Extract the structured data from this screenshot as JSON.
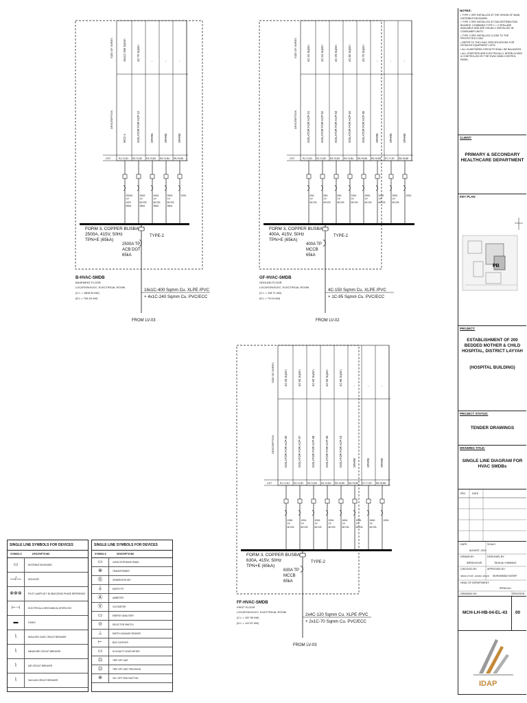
{
  "notes": {
    "heading": "NOTES:",
    "items": [
      "TYPE 1 SPD INSTALLED AT THE ORIGIN OF MAIN DISTRIBUTION BOARD.",
      "TYPE 2 SPD INSTALLED AT SUB DISTRIBUTION BOARDS. COMBINED TYPE 1 + 2 SPDs ARE AVAILABLE AND ARE USUALLY INSTALLED IN CONSUMER UNITS.",
      "TYPE 3 SPD INSTALLED CLOSE TO THE PROTECTED LOAD.",
      "REFER TO THE HVAC SPECIFICATIONS FOR DETAILED EQUIPMENT LISTS.",
      "ALL IN-BETWEEN CIRCUITS SHALL BE BALANCED.",
      "ALL STARTERS ARE ELECTRICALLY INTERLOCKED & CONTROLLED BY THE HVAC MAIN CONTROL PANEL."
    ]
  },
  "client": {
    "heading": "CLIENT:",
    "name": "PRIMARY & SECONDARY HEALTHCARE DEPARTMENT"
  },
  "keyplan": {
    "heading": "KEY PLAN",
    "label": "PB"
  },
  "project": {
    "heading": "PROJECT:",
    "name": "ESTABLISHMENT OF 200 BEDDED MOTHER & CHILD HOSPITAL, DISTRICT LAYYAH",
    "sub": "(HOSPITAL BUILDING)"
  },
  "project_status": {
    "heading": "PROJECT STATUS:",
    "value": "TENDER DRAWINGS"
  },
  "drawing_title": {
    "heading": "DRAWING TITLE:",
    "value": "SINGLE LINE DIAGRAM FOR HVAC SMDBs"
  },
  "revisions": {
    "rev": "REV",
    "date": "DATE"
  },
  "meta": {
    "date_label": "DATE:",
    "date_value": "AUGUST, 2021",
    "scale_label": "SCALE:",
    "drawn_by_label": "DRAWN BY:",
    "drawn_by": "IMRAN AYUB",
    "designed_by_label": "DESIGNED BY:",
    "designed_by": "TAHA ALI HAMMAD",
    "checked_by_label": "CHECKED BY:",
    "checked_by": "IMRAN AYUB / HAMZA JAVAID",
    "approved_by_label": "APPROVED BY:",
    "approved_by": "MUHAMMAD KASHIF",
    "head_label": "HEAD OF DEPARTMENT:",
    "head": "IRFAN ALI",
    "drawing_no_label": "DRAWING NO.",
    "revision_label": "REVISION",
    "drawing_no": "MCH-LH-HB-04-EL-43",
    "revision": "00"
  },
  "logo": {
    "text": "IDAP"
  },
  "panels": [
    {
      "id": "b",
      "panel_name": "B-HVAC-SMDB",
      "floor": "BASEMENT FLOOR",
      "location": "LOCATION:ELEC. ELECTRICAL ROOM",
      "cl": "(C.L = 1808.30 kW)",
      "dl": "(D.L = 764.51 kW)",
      "busbar": [
        "FORM 3, COPPER BUSBARS",
        "2500A, 415V, 50Hz",
        "TPN+E (65kA)"
      ],
      "incomer": [
        "2500A TP",
        "ACB DOT",
        "65kA"
      ],
      "spd": "TYPE-2",
      "cable1": "16x1C-400 Sqmm Cu. XLPE /PVC",
      "cable2": "+ 4x1C-240 Sqmm Cu. PVC/ECC",
      "from": "FROM LV-03",
      "cables": [
        "16x1C 300 Sqmm",
        "4C-70 Sqmm",
        "-",
        "-",
        "-"
      ],
      "descs": [
        "MCC-1",
        "ISOLATOR FOR ACP-12",
        "SPARE",
        "SPARE",
        "SPARE"
      ],
      "ckts": [
        "R1,Y1,B1",
        "R2,Y2,B2",
        "R3,Y3,B3",
        "R4,Y4,B4",
        "R5,Y5,B5"
      ],
      "breakers": [
        "2000A TP ACB 65kA",
        "160A TP MCCB 36kA",
        "160A TP MCCB 36kA",
        "250A TP MCCB 36kA",
        "100A"
      ]
    },
    {
      "id": "gf",
      "panel_name": "GF-HVAC-SMDB",
      "floor": "GROUND FLOOR",
      "location": "LOCATION:ELEC. ELECTRICAL ROOM",
      "cl": "(C.L = 118.71 kW)",
      "dl": "(D.L = 79.04 kW)",
      "busbar": [
        "FORM 3, COPPER BUSBARS",
        "400A, 415V, 50Hz",
        "TPN+E (65kA)"
      ],
      "incomer": [
        "400A TP",
        "MCCB",
        "65kA"
      ],
      "spd": "TYPE-2",
      "cable1": "4C-150 Sqmm Cu. XLPE /PVC",
      "cable2": "+ 1C-95 Sqmm Cu. PVC/ECC",
      "from": "FROM LV-02",
      "cables": [
        "4C-10 Sqmm",
        "4C-10 Sqmm",
        "4C-25 Sqmm",
        "4C-50 Sqmm",
        "4C-70 Sqmm",
        "-",
        "-",
        "-"
      ],
      "descs": [
        "ISOLATOR FOR ACP-01",
        "ISOLATOR FOR ACP-02",
        "ISOLATOR FOR ACP-03",
        "ISOLATOR FOR ACP-04",
        "ISOLATOR FOR ACP-05",
        "SPARE",
        "SPARE",
        "SPARE"
      ],
      "ckts": [
        "R1,Y1,B1",
        "R2,Y2,B2",
        "R3,Y3,B3",
        "R4,Y4,B4",
        "R5,Y5,B5",
        "R6,Y6,B6",
        "R7,Y7,B7",
        "R8,Y8,B8"
      ],
      "breakers": [
        "63A TP MCCB",
        "63A TP MCCB",
        "63A TP MCCB",
        "100A TP MCCB",
        "160A TP MCCB",
        "100A TP MCCB",
        "250A TP MCCB",
        "100A"
      ]
    },
    {
      "id": "ff",
      "panel_name": "FF-HVAC-SMDB",
      "floor": "FIRST FLOOR",
      "location": "LOCATION:ELEC. ELECTRICAL ROOM",
      "cl": "(C.L = 167.90 kW)",
      "dl": "(D.L = 112.57 kW)",
      "busbar": [
        "FORM 3, COPPER BUSBARS",
        "630A, 415V, 50Hz",
        "TPN+E (65kA)"
      ],
      "incomer": [
        "630A TP",
        "MCCB",
        "65kA"
      ],
      "spd": "TYPE-2",
      "cable1": "2x4C-120 Sqmm Cu. XLPE /PVC",
      "cable2": "+ 2x1C-70 Sqmm Cu. PVC/ECC",
      "from": "FROM LV-03",
      "cables": [
        "4C-25 Sqmm",
        "4C-50 Sqmm",
        "4C-50 Sqmm",
        "4C-50 Sqmm",
        "4C-95 Sqmm",
        "-",
        "-",
        "-"
      ],
      "descs": [
        "ISOLATOR FOR ACP-06",
        "ISOLATOR FOR ACP-07",
        "ISOLATOR FOR ACP-08",
        "ISOLATOR FOR ACP-09",
        "ISOLATOR FOR ACP-10",
        "SPARE",
        "SPARE",
        "SPARE"
      ],
      "ckts": [
        "R1,Y1,B1",
        "R2,Y2,B2",
        "R3,Y3,B3",
        "R4,Y4,B4",
        "R5,Y5,B5",
        "R6,Y6,B6",
        "R7,Y7,B7",
        "R8,Y8,B8"
      ],
      "breakers": [
        "125A TP MCCB",
        "100A TP MCCB",
        "100A TP MCCB",
        "100A TP MCCB",
        "160A TP MCCB",
        "100A TP MCCB",
        "160A TP MCCB",
        "100A"
      ]
    }
  ],
  "labels": {
    "desc": "DESCRIPTION",
    "size": "SIZE OF WIRES",
    "ckt": "CKT"
  },
  "legend_left": {
    "title": "SINGLE LINE SYMBOLS FOR DEVICES",
    "col_sym": "SYMBOLS",
    "col_desc": "DESCRIPTIONS",
    "rows": [
      {
        "sym": "▭",
        "desc": "DISTRIBUTION BOARD"
      },
      {
        "sym": "—/—",
        "desc": "ISOLATOR"
      },
      {
        "sym": "⊗⊗⊗",
        "desc": "PILOT LAMPS (R Y B) INDICATING PHASE REFERENCE"
      },
      {
        "sym": "⊢⊣",
        "desc": "ELECTRICAL & MECHANICAL INTERLOCK"
      },
      {
        "sym": "▬",
        "desc": "FUSES"
      },
      {
        "sym": "⌇",
        "desc": "MOULDED CASE CIRCUIT BREAKER"
      },
      {
        "sym": "⌇",
        "desc": "MINIATURE CIRCUIT BREAKER"
      },
      {
        "sym": "⌇",
        "desc": "AIR CIRCUIT BREAKER"
      },
      {
        "sym": "⌇",
        "desc": "VACUUM CIRCUIT BREAKER"
      }
    ]
  },
  "legend_right": {
    "title": "SINGLE LINE SYMBOLS FOR DEVICES",
    "col_sym": "SYMBOLS",
    "col_desc": "DESCRIPTIONS",
    "rows": [
      {
        "sym": "▭",
        "desc": "CAPACITOR BANK PANEL"
      },
      {
        "sym": "⊛",
        "desc": "TRANSFORMER"
      },
      {
        "sym": "Ⓖ",
        "desc": "GENERATOR SET"
      },
      {
        "sym": "⏚",
        "desc": "EARTH PIT"
      },
      {
        "sym": "Ⓐ",
        "desc": "AMMETER"
      },
      {
        "sym": "Ⓥ",
        "desc": "VOLTMETER"
      },
      {
        "sym": "▭",
        "desc": "ENERGY ANALYZER"
      },
      {
        "sym": "⊙",
        "desc": "SELECTOR SWITCH"
      },
      {
        "sym": "⊥",
        "desc": "EARTH LEAKAGE SENSOR"
      },
      {
        "sym": "⊢",
        "desc": "BUS COUPLER"
      },
      {
        "sym": "▭",
        "desc": "ELOGAUTY HOUR METER"
      },
      {
        "sym": "⊡",
        "desc": "TRIP OFF UNIT"
      },
      {
        "sym": "⊡",
        "desc": "TRIP OFF UNIT PROVISION"
      },
      {
        "sym": "⊚",
        "desc": "ON / OFF PUSH BUTTON"
      }
    ]
  }
}
